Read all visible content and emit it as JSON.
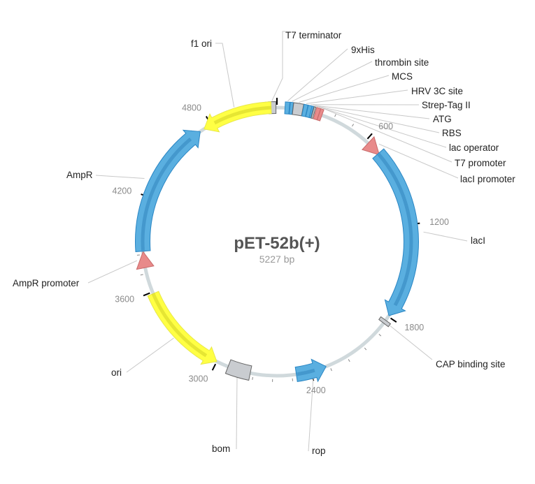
{
  "plasmid": {
    "name": "pET-52b(+)",
    "size_text": "5227 bp",
    "length_bp": 5227
  },
  "colors": {
    "backbone": "#d0d9dc",
    "cds": "#5aafe0",
    "cds_stroke": "#2a86c4",
    "ori": "#ffff44",
    "ori_stroke": "#e8e84a",
    "promoter": "#e88a8a",
    "promoter_stroke": "#c86a6a",
    "misc": "#c9ccd0",
    "misc_stroke": "#666",
    "leader": "#c8c8c8"
  },
  "tick_labels": [
    {
      "pos": 600,
      "text": "600"
    },
    {
      "pos": 1200,
      "text": "1200"
    },
    {
      "pos": 1800,
      "text": "1800"
    },
    {
      "pos": 2400,
      "text": "2400"
    },
    {
      "pos": 3000,
      "text": "3000"
    },
    {
      "pos": 3600,
      "text": "3600"
    },
    {
      "pos": 4200,
      "text": "4200"
    },
    {
      "pos": 4800,
      "text": "4800"
    }
  ],
  "features": [
    {
      "name": "T7 terminator",
      "kind": "misc",
      "start": 5175,
      "end": 5221
    },
    {
      "name": "9xHis",
      "kind": "cds",
      "start": 50,
      "end": 77
    },
    {
      "name": "thrombin site",
      "kind": "cds",
      "start": 80,
      "end": 98
    },
    {
      "name": "MCS",
      "kind": "misc",
      "start": 100,
      "end": 160
    },
    {
      "name": "HRV 3C site",
      "kind": "cds",
      "start": 162,
      "end": 186
    },
    {
      "name": "Strep-Tag II",
      "kind": "cds",
      "start": 188,
      "end": 212
    },
    {
      "name": "ATG",
      "kind": "cds",
      "start": 214,
      "end": 217
    },
    {
      "name": "RBS",
      "kind": "misc",
      "start": 226,
      "end": 232
    },
    {
      "name": "lac operator",
      "kind": "promoter",
      "start": 240,
      "end": 264
    },
    {
      "name": "T7 promoter",
      "kind": "promoter",
      "start": 265,
      "end": 284
    },
    {
      "name": "lacI promoter",
      "kind": "promoter",
      "start": 632,
      "end": 710
    },
    {
      "name": "lacI",
      "kind": "cds",
      "start": 711,
      "end": 1793
    },
    {
      "name": "CAP binding site",
      "kind": "misc",
      "start": 1828,
      "end": 1850
    },
    {
      "name": "rop",
      "kind": "cds",
      "start": 2302,
      "end": 2493,
      "reverse": true
    },
    {
      "name": "bom",
      "kind": "misc",
      "start": 2780,
      "end": 2923
    },
    {
      "name": "ori",
      "kind": "ori",
      "start": 3000,
      "end": 3589,
      "reverse": true
    },
    {
      "name": "AmpR promoter",
      "kind": "promoter",
      "start": 3756,
      "end": 3860
    },
    {
      "name": "AmpR",
      "kind": "cds",
      "start": 3861,
      "end": 4721
    },
    {
      "name": "f1 ori",
      "kind": "ori",
      "start": 4750,
      "end": 5191,
      "reverse": true
    }
  ],
  "labels": [
    {
      "feature": "T7 terminator",
      "text": "T7 terminator"
    },
    {
      "feature": "9xHis",
      "text": "9xHis"
    },
    {
      "feature": "thrombin site",
      "text": "thrombin site"
    },
    {
      "feature": "MCS",
      "text": "MCS"
    },
    {
      "feature": "HRV 3C site",
      "text": "HRV 3C site"
    },
    {
      "feature": "Strep-Tag II",
      "text": "Strep-Tag II"
    },
    {
      "feature": "ATG",
      "text": "ATG"
    },
    {
      "feature": "RBS",
      "text": "RBS"
    },
    {
      "feature": "lac operator",
      "text": "lac operator"
    },
    {
      "feature": "T7 promoter",
      "text": "T7 promoter"
    },
    {
      "feature": "lacI promoter",
      "text": "lacI promoter"
    },
    {
      "feature": "lacI",
      "text": "lacI"
    },
    {
      "feature": "CAP binding site",
      "text": "CAP binding site"
    },
    {
      "feature": "rop",
      "text": "rop"
    },
    {
      "feature": "bom",
      "text": "bom"
    },
    {
      "feature": "ori",
      "text": "ori"
    },
    {
      "feature": "AmpR promoter",
      "text": "AmpR promoter"
    },
    {
      "feature": "AmpR",
      "text": "AmpR"
    },
    {
      "feature": "f1 ori",
      "text": "f1 ori"
    }
  ]
}
